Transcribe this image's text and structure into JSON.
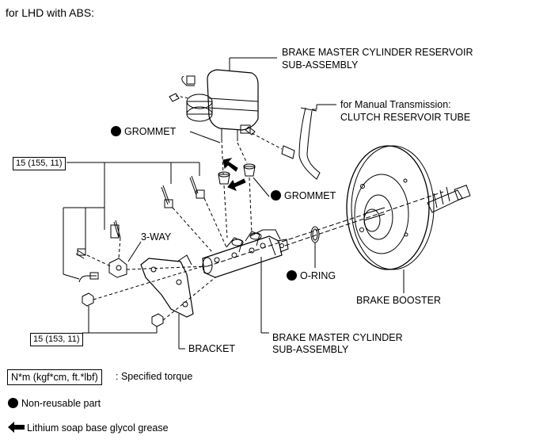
{
  "header": "for LHD with ABS:",
  "labels": {
    "reservoir": [
      "BRAKE MASTER CYLINDER RESERVOIR",
      "SUB-ASSEMBLY"
    ],
    "clutch": [
      "for Manual Transmission:",
      "CLUTCH RESERVOIR TUBE"
    ],
    "grommet": "GROMMET",
    "three_way": "3-WAY",
    "o_ring": "O-RING",
    "booster": "BRAKE BOOSTER",
    "bracket": "BRACKET",
    "master_cylinder": [
      "BRAKE MASTER CYLINDER",
      "SUB-ASSEMBLY"
    ]
  },
  "torque_specs": [
    "15 (155, 11)",
    "15 (153, 11)"
  ],
  "legend": {
    "torque_box": "N*m (kgf*cm, ft.*lbf)",
    "torque_text": ": Specified torque",
    "nonreusable": "Non-reusable part",
    "grease": "Lithium soap base glycol grease"
  },
  "icons": {
    "nonreusable": "filled-circle-icon",
    "grease": "left-arrow-icon"
  }
}
